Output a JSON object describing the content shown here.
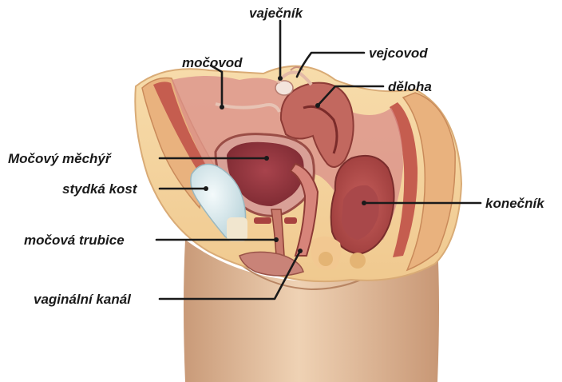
{
  "labels": {
    "ovary": "vaječník",
    "fallopian_tube": "vejcovod",
    "ureter": "močovod",
    "uterus": "děloha",
    "bladder": "Močový měchýř",
    "pubic_bone": "stydká kost",
    "rectum": "konečník",
    "urethra": "močová trubice",
    "vaginal_canal": "vaginální kanál"
  }
}
